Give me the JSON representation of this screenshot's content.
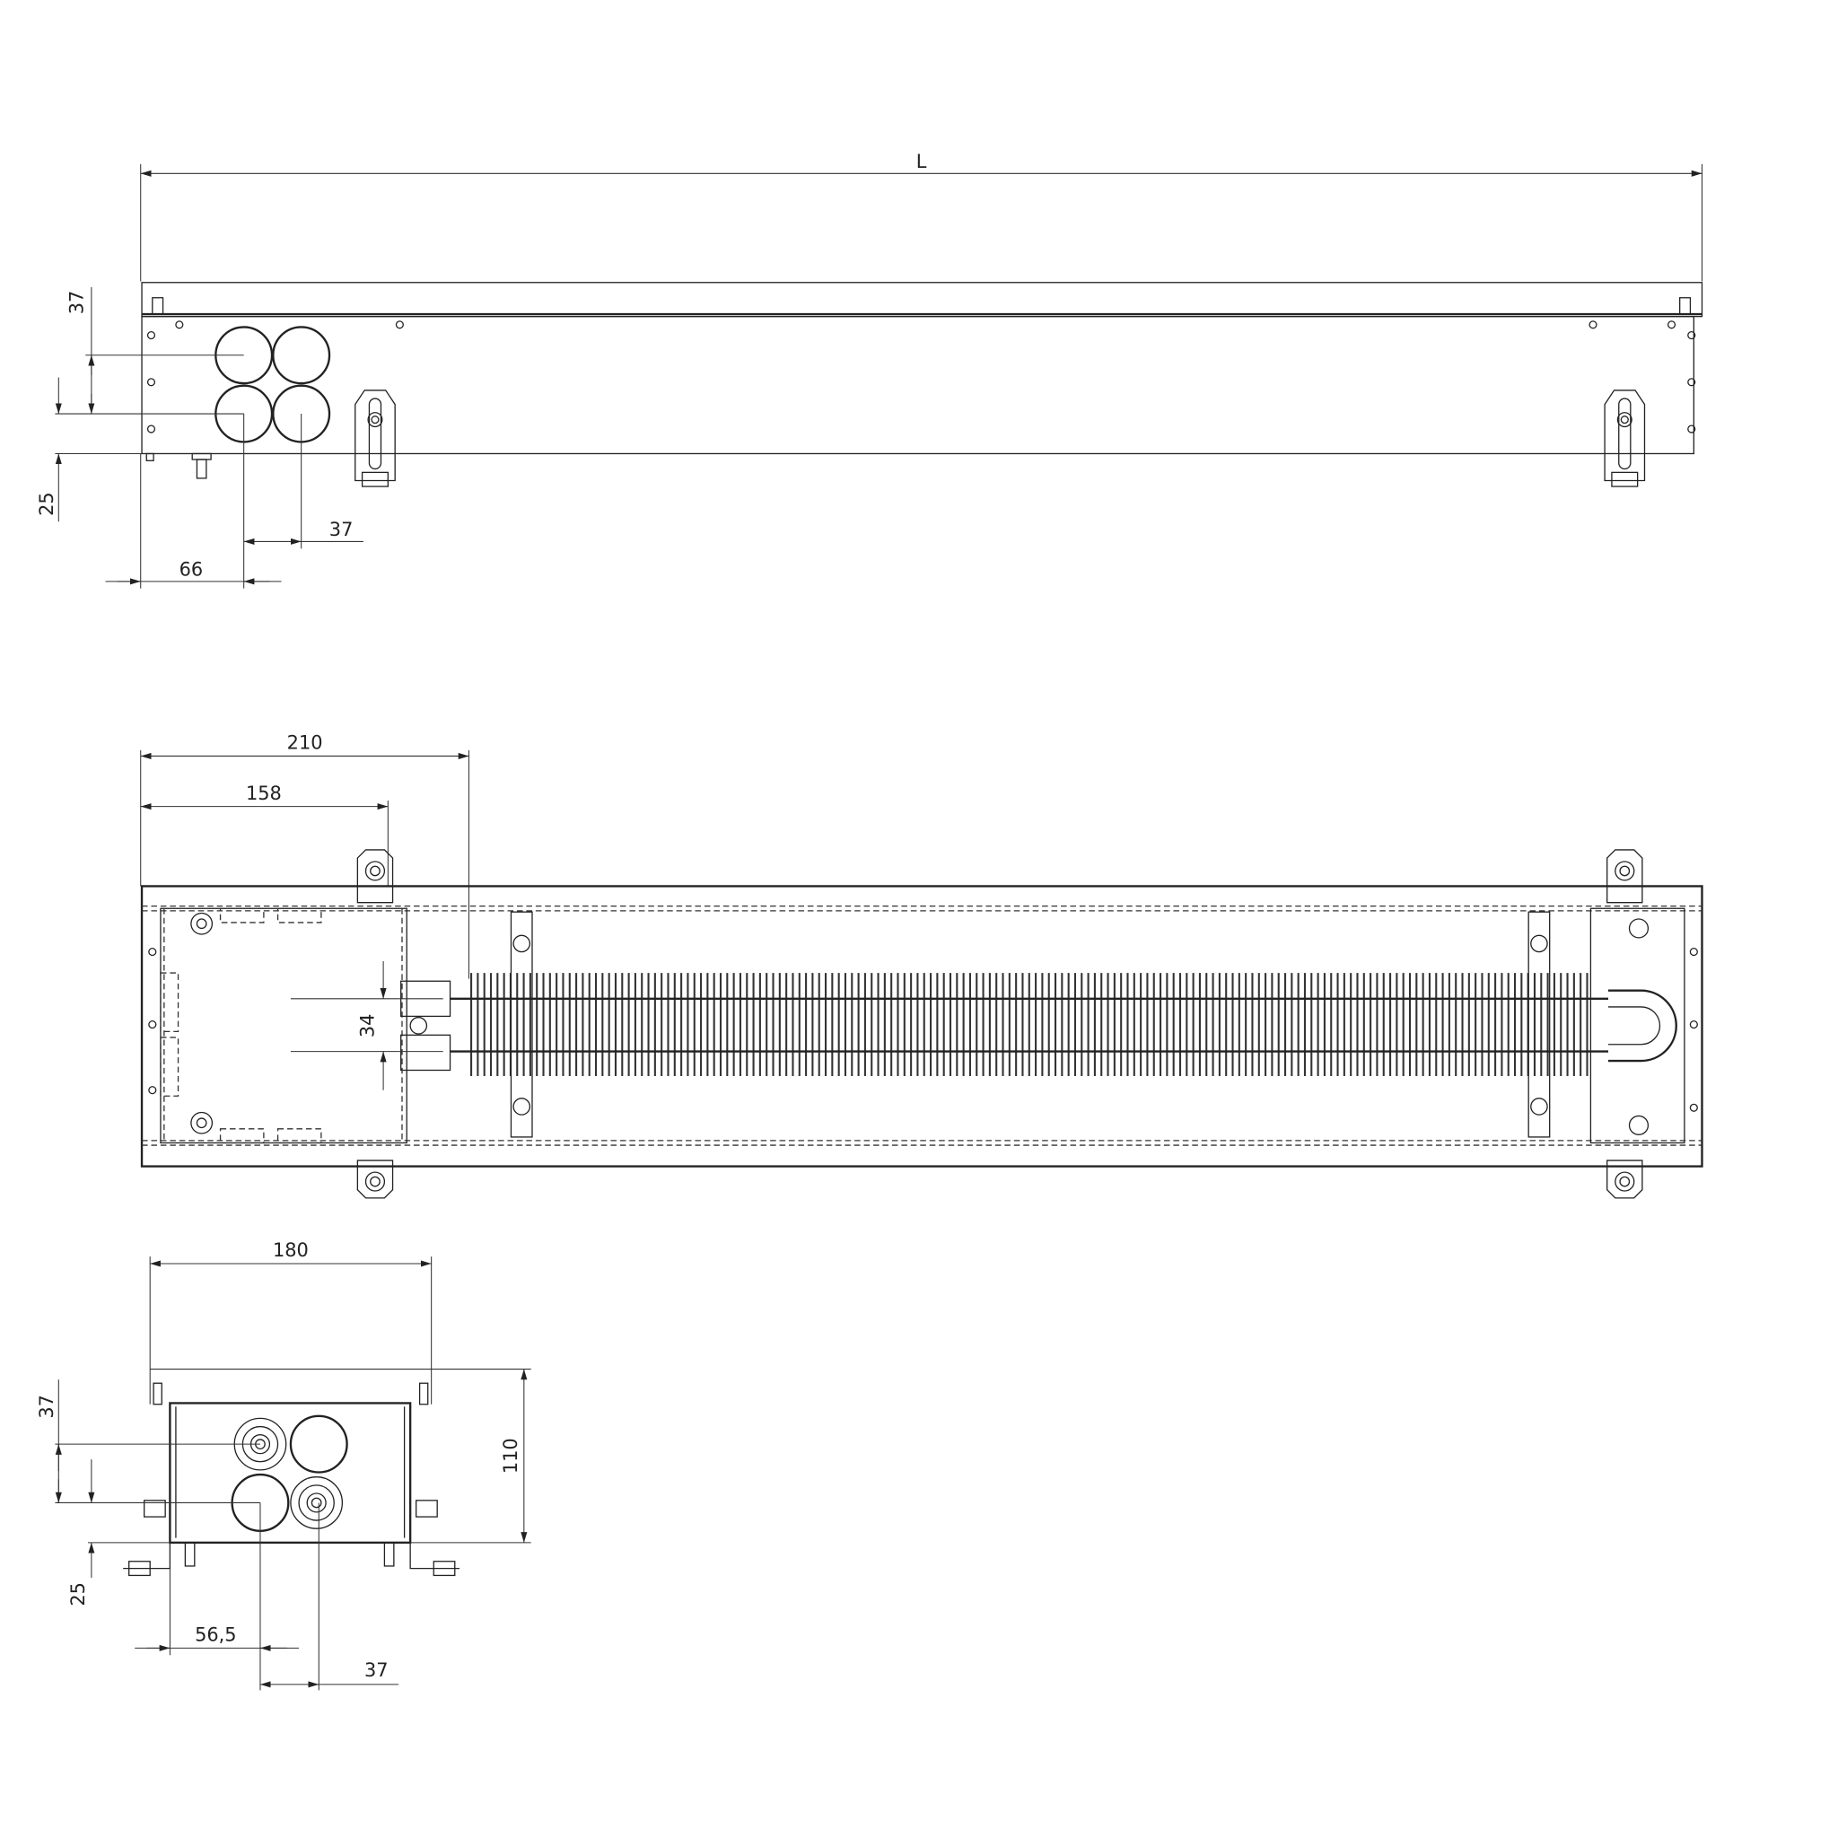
{
  "drawing": {
    "colors": {
      "line": "#222222",
      "background": "#ffffff"
    },
    "top_view": {
      "length_label": "L",
      "dim_pipe_vertical": "37",
      "dim_bottom_offset": "25",
      "dim_pipe_horizontal": "37",
      "dim_side_offset": "66"
    },
    "plan_view": {
      "dim_210": "210",
      "dim_158": "158",
      "dim_34": "34"
    },
    "section_view": {
      "dim_width": "180",
      "dim_height": "110",
      "dim_pipe_vertical": "37",
      "dim_bottom_offset": "25",
      "dim_side_offset": "56,5",
      "dim_pipe_horizontal": "37"
    }
  }
}
